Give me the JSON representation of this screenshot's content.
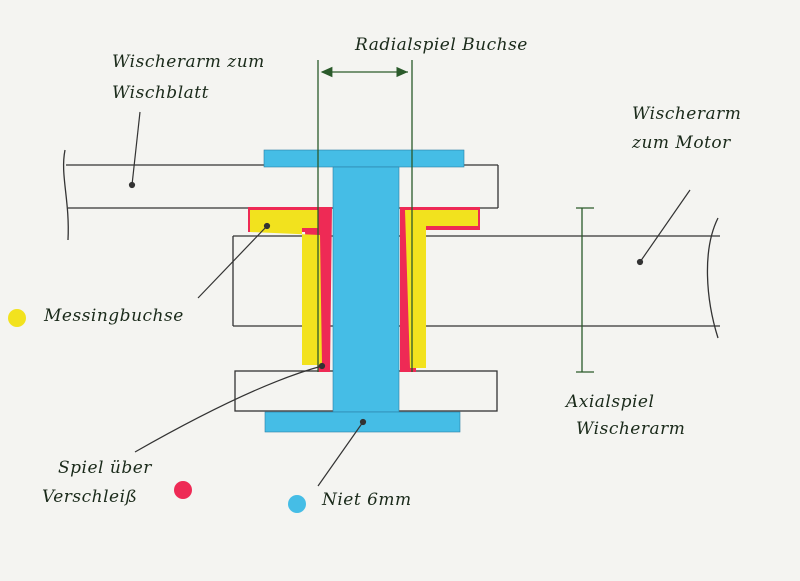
{
  "labels": {
    "radial_play": "Radialspiel Buchse",
    "arm_to_blade_line1": "Wischerarm zum",
    "arm_to_blade_line2": "Wischblatt",
    "arm_to_motor_line1": "Wischerarm",
    "arm_to_motor_line2": "zum Motor",
    "brass_bushing": "Messingbuchse",
    "wear_play_line1": "Spiel über",
    "wear_play_line2": "Verschleiß",
    "rivet": "Niet 6mm",
    "axial_play_line1": "Axialspiel",
    "axial_play_line2": "Wischerarm"
  },
  "colors": {
    "brass": "#f2e21e",
    "play": "#ee2a55",
    "rivet": "#45bde6",
    "ink": "#1a2a1a",
    "paper": "#f4f4f1"
  },
  "legend": [
    {
      "key": "brass_bushing",
      "color": "#f2e21e"
    },
    {
      "key": "wear_play",
      "color": "#ee2a55"
    },
    {
      "key": "rivet",
      "color": "#45bde6"
    }
  ]
}
